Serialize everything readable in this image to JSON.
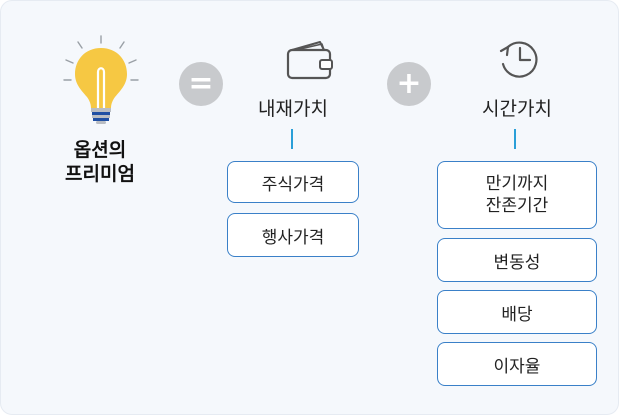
{
  "premium": {
    "line1": "옵션의",
    "line2": "프리미엄"
  },
  "operators": {
    "equals": "=",
    "plus": "+"
  },
  "intrinsic": {
    "title": "내재가치",
    "items": [
      "주식가격",
      "행사가격"
    ]
  },
  "time_value": {
    "title": "시간가치",
    "maturity_line1": "만기까지",
    "maturity_line2": "잔존기간",
    "items": [
      "변동성",
      "배당",
      "이자율"
    ]
  },
  "colors": {
    "accent_line": "#2a9fd8",
    "box_border": "#3a80c8",
    "bulb": "#f6c843",
    "operator": "#c8cacd"
  },
  "icons": {
    "premium": "lightbulb-icon",
    "intrinsic": "wallet-icon",
    "time": "clock-icon"
  }
}
